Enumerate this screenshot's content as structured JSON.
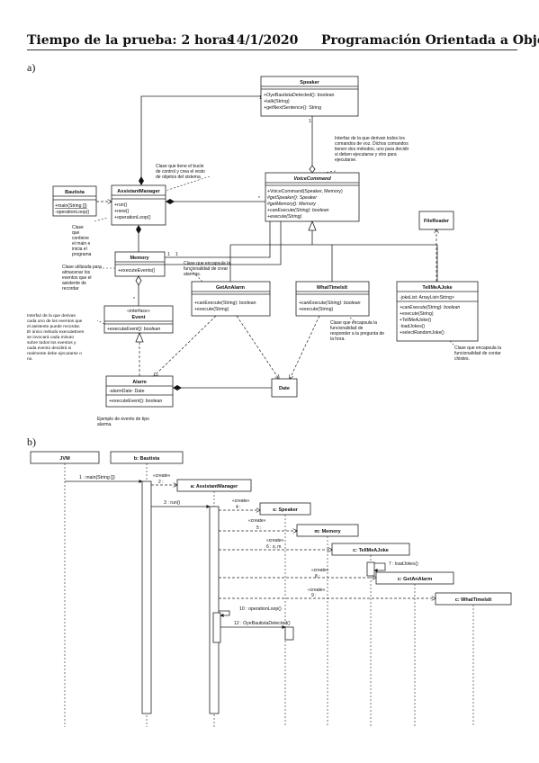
{
  "header": {
    "left": "Tiempo de la prueba: 2 horas",
    "date": "14/1/2020",
    "subject": "Programación Orientada a Objetos"
  },
  "sections": {
    "a": "a)",
    "b": "b)"
  },
  "classes": {
    "speaker": {
      "name": "Speaker",
      "ops": [
        "+OyeBautistaDetected(): boolean",
        "+talk(String)",
        "+getNextSentence(): String"
      ]
    },
    "assistant": {
      "name": "AssistantManager",
      "ops": [
        "+run()",
        "+new()",
        "+operationLoop()"
      ]
    },
    "bautista": {
      "name": "Bautista",
      "ops": [
        "+main(String [])",
        "-operationLoop()"
      ]
    },
    "voice": {
      "name": "VoiceCommand",
      "ops": [
        "+VoiceCommand(Speaker, Memory)",
        "#getSpeaker(): Speaker",
        "#getMemory(): Memory",
        "+canExecute(String): boolean",
        "+execute(String)"
      ]
    },
    "filereader": {
      "name": "FileReader"
    },
    "memory": {
      "name": "Memory",
      "ops": [
        "+executeEvents()"
      ]
    },
    "event": {
      "stereotype": "«interface»",
      "name": "Event",
      "ops": [
        "+executeEvent(): boolean"
      ]
    },
    "getanalarm": {
      "name": "GetAnAlarm",
      "ops": [
        "+canExecute(String): boolean",
        "+execute(String)"
      ]
    },
    "whattime": {
      "name": "WhatTimeIsIt",
      "ops": [
        "+canExecute(String): boolean",
        "+execute(String)"
      ]
    },
    "tellmeajoke": {
      "name": "TellMeAJoke",
      "attrs": [
        "-jokeList: ArrayList<String>"
      ],
      "ops": [
        "+canExecute(String): boolean",
        "+execute(String)",
        "+TellMeAJoke()",
        "-loadJokes()",
        "+selectRandomJoke()"
      ]
    },
    "alarm": {
      "name": "Alarm",
      "attrs": [
        "-alarmDate: Date"
      ],
      "ops": [
        "+executeEvent(): boolean"
      ]
    },
    "date": {
      "name": "Date"
    }
  },
  "notes": {
    "assistant": [
      "Clase que tiene el bucle",
      "de control y crea el resto",
      "de objetos del sistema"
    ],
    "voice": [
      "Interfaz de la que derivan todos los",
      "comandos de voz. Dichos comandos",
      "tienen dos métodos, uno para decidir",
      "si deben ejecutarse y otro para",
      "ejecutarse."
    ],
    "bautista": [
      "Clase",
      "que",
      "contiene",
      "el main e",
      "inicia el",
      "programa"
    ],
    "memory": [
      "Clase utilizada para",
      "almacenar los",
      "eventos que el",
      "asistente de",
      "recordar"
    ],
    "getanalarm": [
      "Clase que encapsula la",
      "funcionalidad de crear",
      "alarmas."
    ],
    "event": [
      "Interfaz de la que derivan",
      "cada uno de los eventos que",
      "el asistente puede recordar.",
      "El único método executeEven",
      "se invocará cada minuto",
      "sobre todos los eventos y",
      "cada evento decidirá si",
      "realmente debe ejecutarse o",
      "no."
    ],
    "whattime": [
      "Clase que encapsula la",
      "funcionalidad de",
      "responder a la pregunta de",
      "la hora."
    ],
    "tellmeajoke": [
      "Clase que encapsula la",
      "funcionalidad de contar",
      "chistes."
    ],
    "alarm": [
      "Ejemplo de evento de tipo",
      "alarma."
    ]
  },
  "multiplicities": {
    "speaker_assistant": "1",
    "voice_speaker": "1",
    "assistant_voice": "*",
    "memory_voice_1": "1",
    "memory_voice_2": "1",
    "event_memory": "*"
  },
  "sequence": {
    "lifelines": {
      "jvm": "JVM",
      "bautista": "b: Bautista",
      "assistant": "a: AssistantManager",
      "speaker": "s: Speaker",
      "memory": "m: Memory",
      "tell": "c: TellMeAJoke",
      "alarm": "c: GetAnAlarm",
      "what": "c: WhatTimeIsIt"
    },
    "messages": {
      "m1": "1 : main(String [])",
      "m2": "2 :",
      "m2c": "«create»",
      "m3": "3 : run()",
      "m4c": "«create»",
      "m4": "4 :",
      "m5c": "«create»",
      "m5": "5 :",
      "m6c": "«create»",
      "m6": "6 : s, m",
      "m7": "7 : loadJokes()",
      "m8c": "«create»",
      "m8": "8 :",
      "m9c": "«create»",
      "m9": "9 :",
      "m10": "10 : operationLoop()",
      "m12": "12 : OyeBautistaDetected()"
    }
  }
}
